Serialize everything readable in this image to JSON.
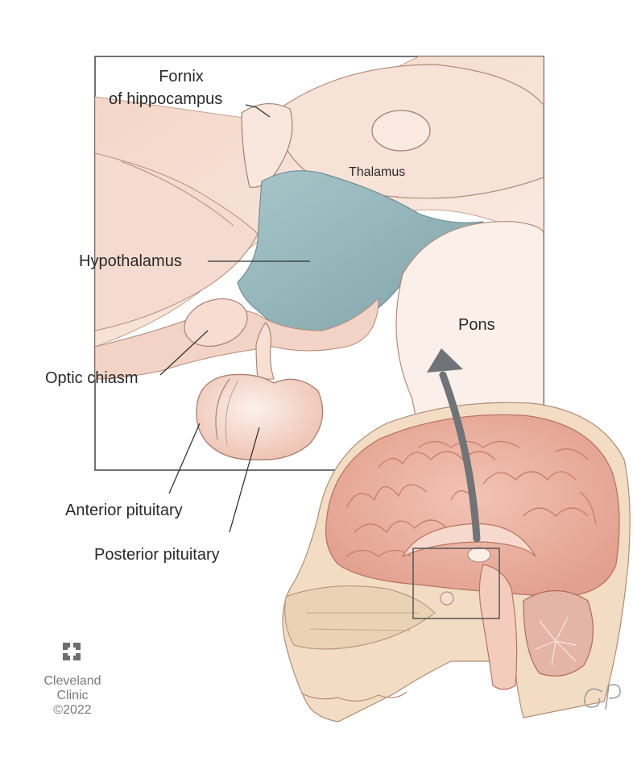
{
  "labels": {
    "fornix_line1": "Fornix",
    "fornix_line2": "of hippocampus",
    "thalamus": "Thalamus",
    "hypothalamus": "Hypothalamus",
    "pons": "Pons",
    "optic_chiasm": "Optic chiasm",
    "anterior_pituitary": "Anterior pituitary",
    "posterior_pituitary": "Posterior pituitary"
  },
  "branding": {
    "name_line1": "Cleveland",
    "name_line2": "Clinic",
    "copyright": "©2022",
    "signature": "GP"
  },
  "colors": {
    "tissue": "#f8e6dc",
    "tissue_outline": "#b48a78",
    "hypothalamus": "#8fb3b8",
    "brain": "#ecb2a0",
    "brain_fold": "#c97d6c",
    "bone": "#f0dcc0",
    "arrow": "#6f7479"
  }
}
